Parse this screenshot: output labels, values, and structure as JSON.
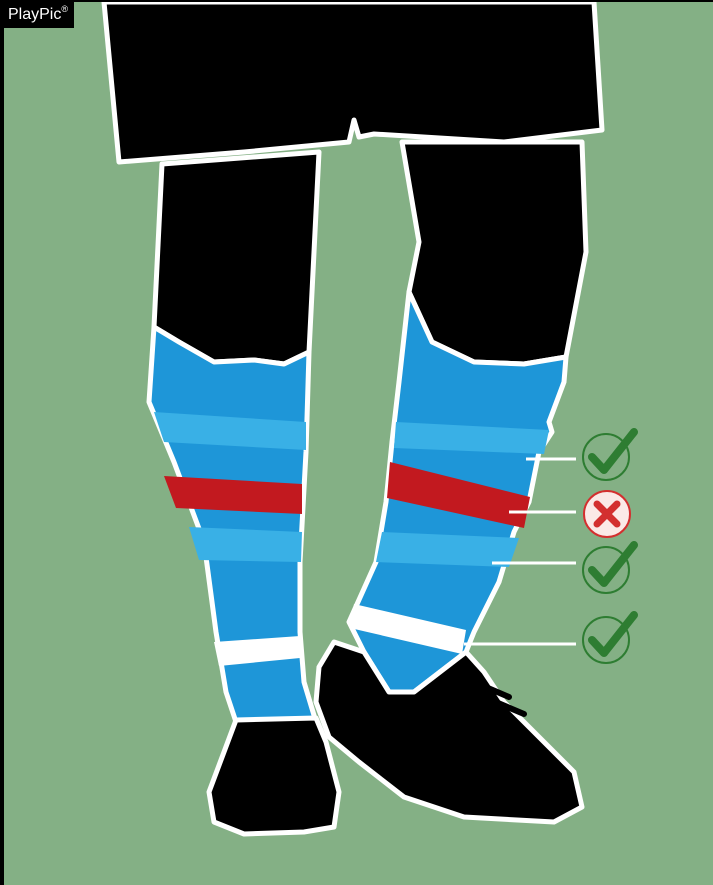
{
  "brand": {
    "name": "PlayPic",
    "mark": "®"
  },
  "colors": {
    "background": "#84b085",
    "silhouette": "#000000",
    "outline": "#ffffff",
    "sock_blue": "#1e96d8",
    "sock_blue_light": "#39b0e6",
    "band_red": "#c2191f",
    "band_white": "#ffffff",
    "correct_green": "#2e7d32",
    "incorrect_red": "#d32f2f"
  },
  "markers": [
    {
      "status": "correct",
      "icon": "checkmark-icon"
    },
    {
      "status": "incorrect",
      "icon": "cross-icon"
    },
    {
      "status": "correct",
      "icon": "checkmark-icon"
    },
    {
      "status": "correct",
      "icon": "checkmark-icon"
    }
  ]
}
